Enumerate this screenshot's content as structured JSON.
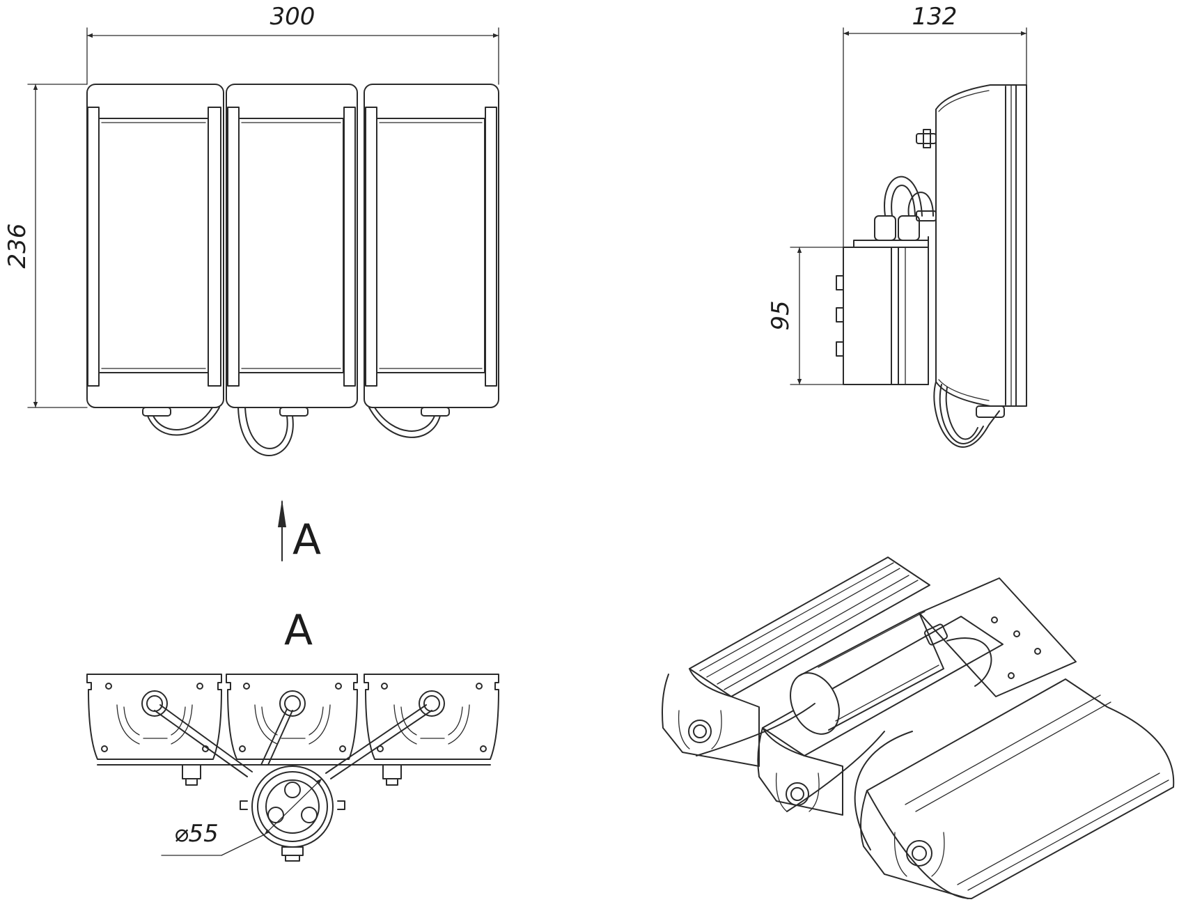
{
  "dimensions": {
    "front_width": "300",
    "front_height": "236",
    "side_depth": "132",
    "box_height": "95",
    "gland_diameter": "⌀55"
  },
  "view_labels": {
    "arrow_label": "A",
    "view_title": "A"
  },
  "colors": {
    "line": "#2a2a2a",
    "background": "#ffffff"
  }
}
